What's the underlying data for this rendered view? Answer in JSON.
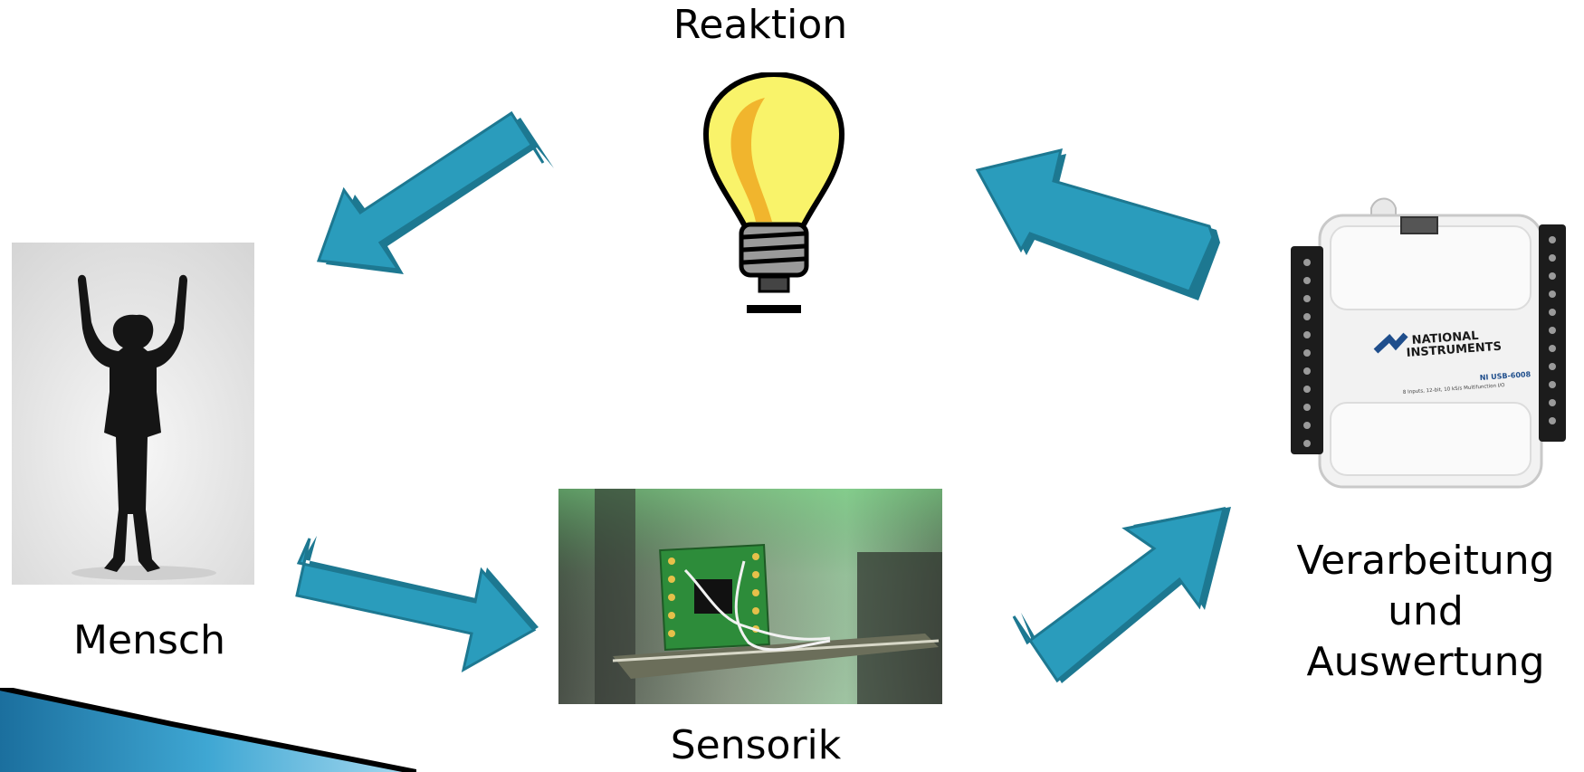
{
  "labels": {
    "top": "Reaktion",
    "left": "Mensch",
    "bottom": "Sensorik",
    "right_line1": "Verarbeitung",
    "right_line2": "und",
    "right_line3": "Auswertung"
  },
  "device": {
    "brand_line1": "NATIONAL",
    "brand_line2": "INSTRUMENTS",
    "model": "NI USB-6008",
    "spec": "8 Inputs, 12-bit, 10 kS/s Multifunction I/O"
  },
  "colors": {
    "arrow_fill": "#2a9cbc",
    "arrow_edge": "#1d7891",
    "bulb_fill": "#f9f36a",
    "bulb_shade": "#f1b52d"
  }
}
